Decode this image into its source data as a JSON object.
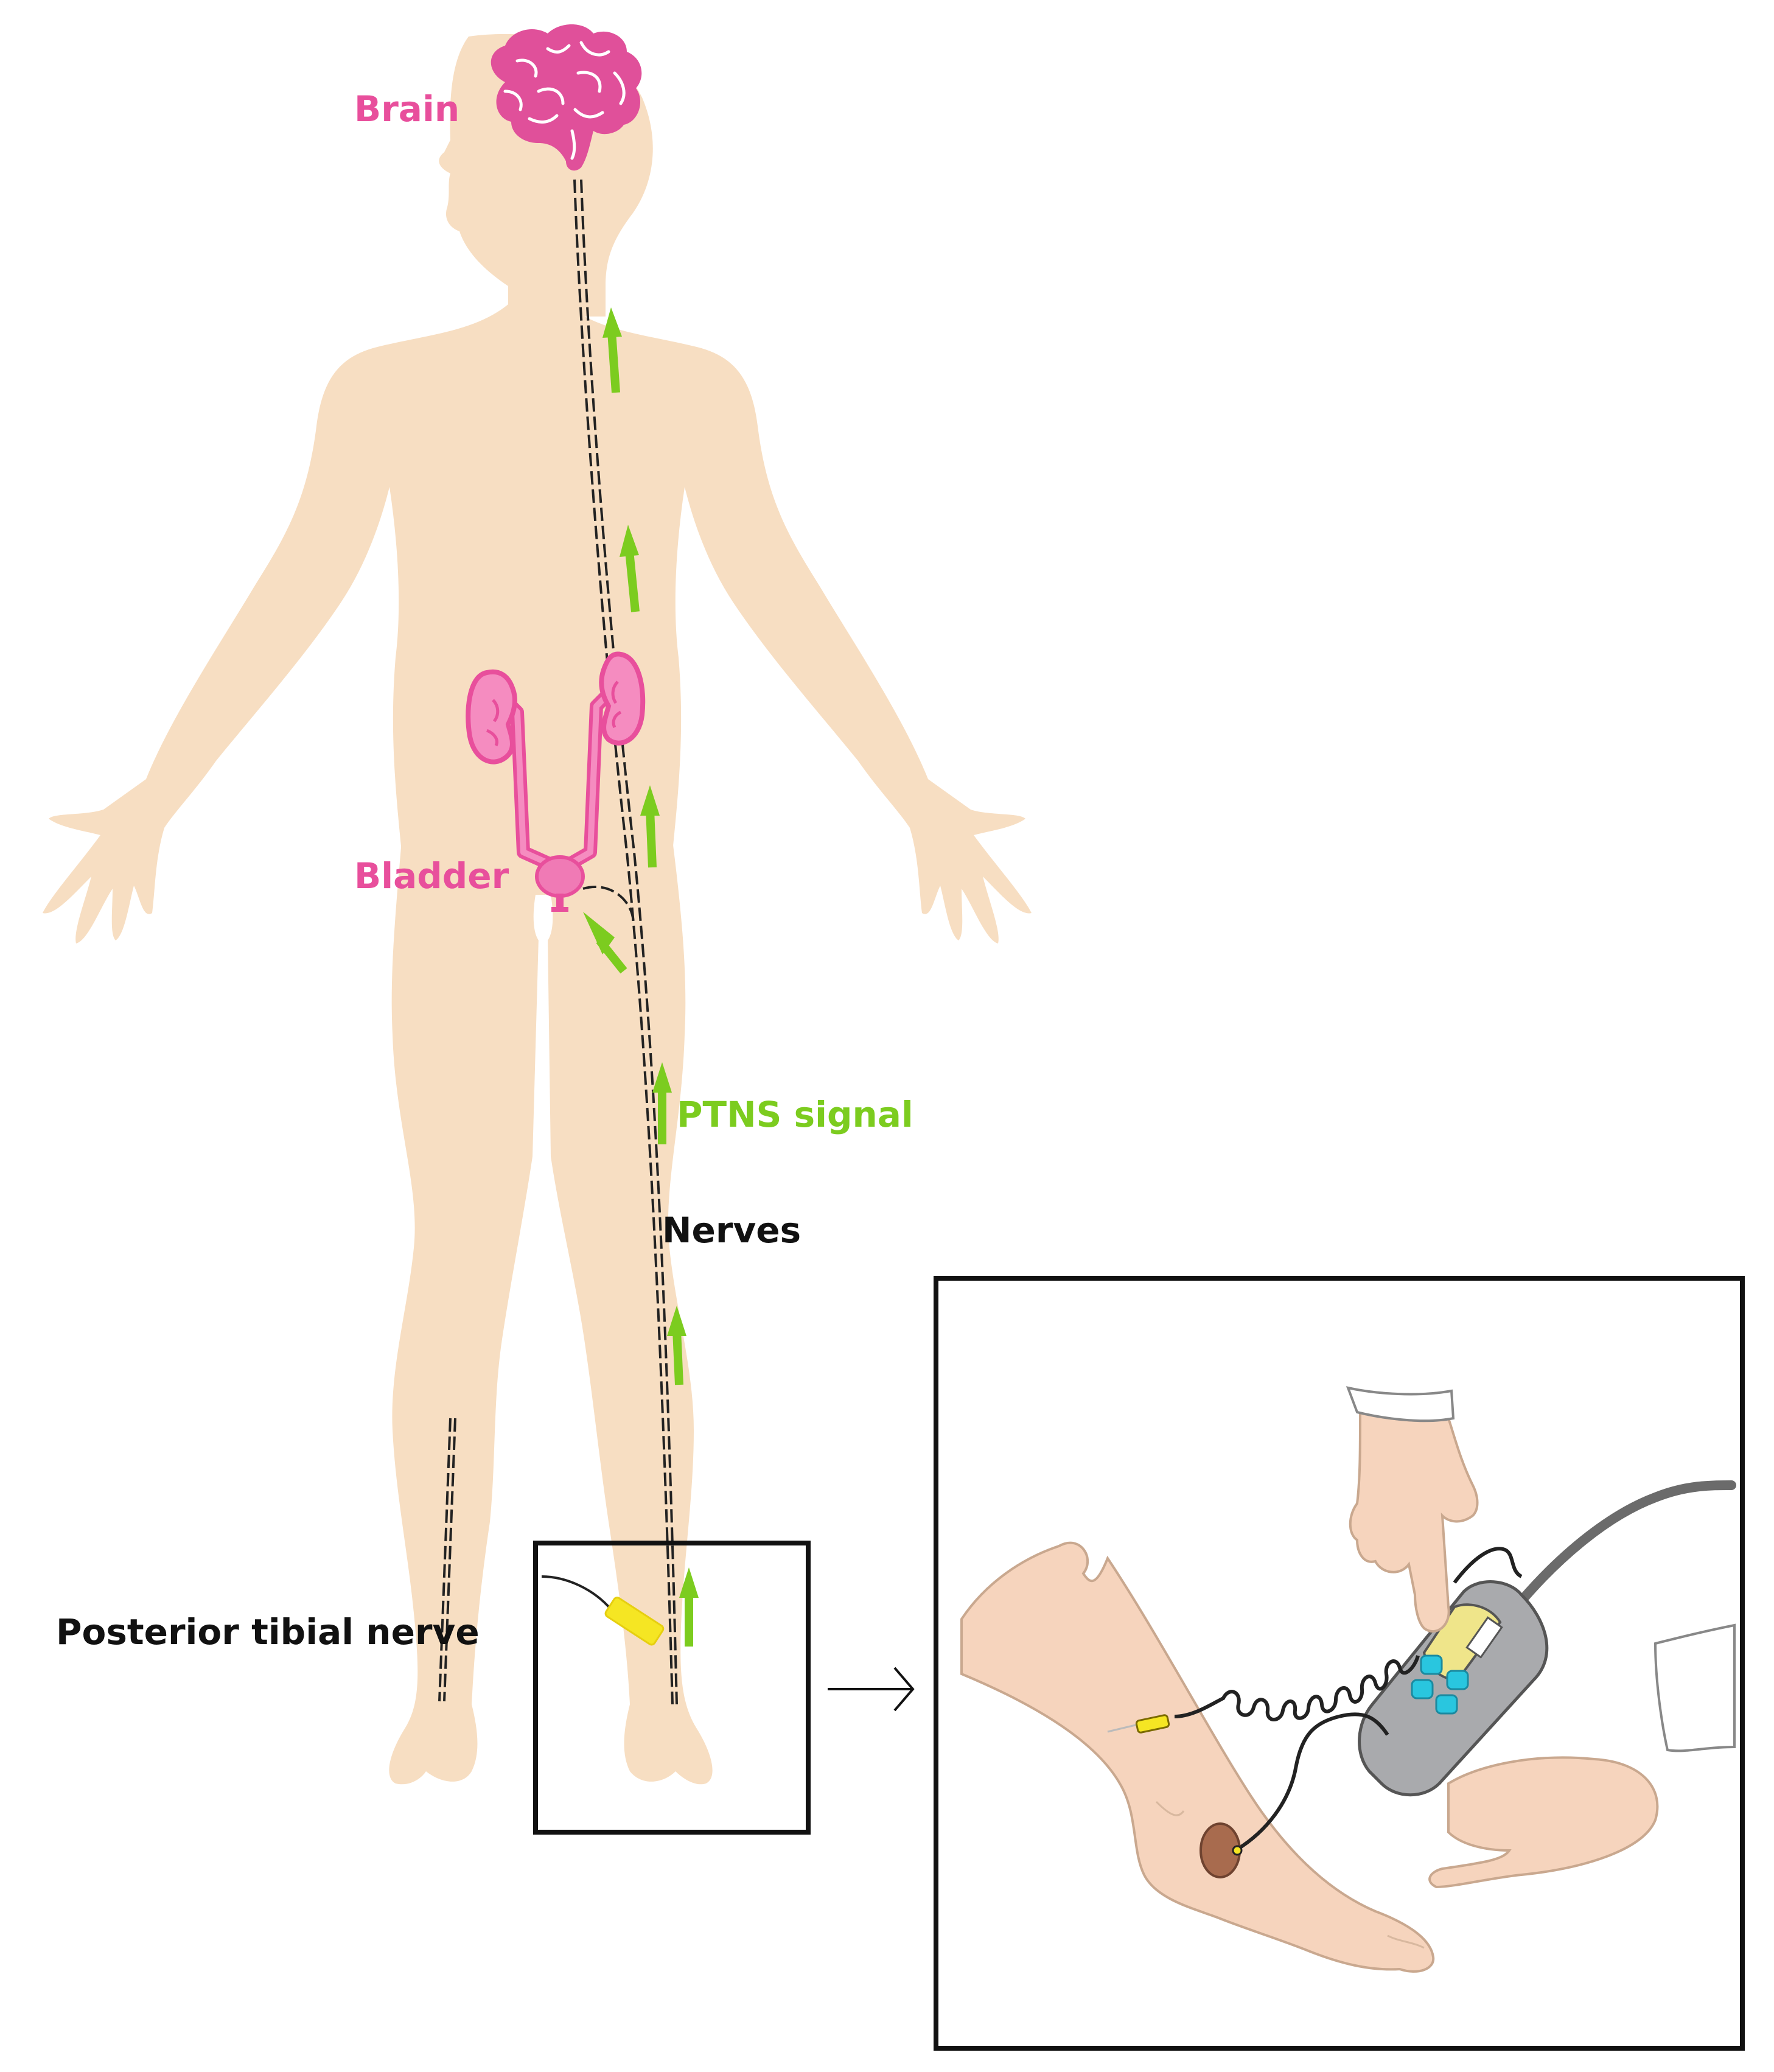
{
  "labels": {
    "brain": "Brain",
    "bladder": "Bladder",
    "ptns_signal": "PTNS signal",
    "nerves": "Nerves",
    "posterior_tibial_nerve": "Posterior tibial nerve"
  },
  "colors": {
    "skin": "#f7dec2",
    "skin_inset": "#f6d4bd",
    "organ_pink": "#e84f9c",
    "brain_fill": "#e0509a",
    "kidney_fill": "#f58cc0",
    "arrow_green": "#7ccc1f",
    "label_black": "#111111",
    "electrode_yellow": "#f5e623",
    "device_grey": "#a9aaad",
    "device_button": "#29c6df",
    "pad_brown": "#a86b4e"
  }
}
